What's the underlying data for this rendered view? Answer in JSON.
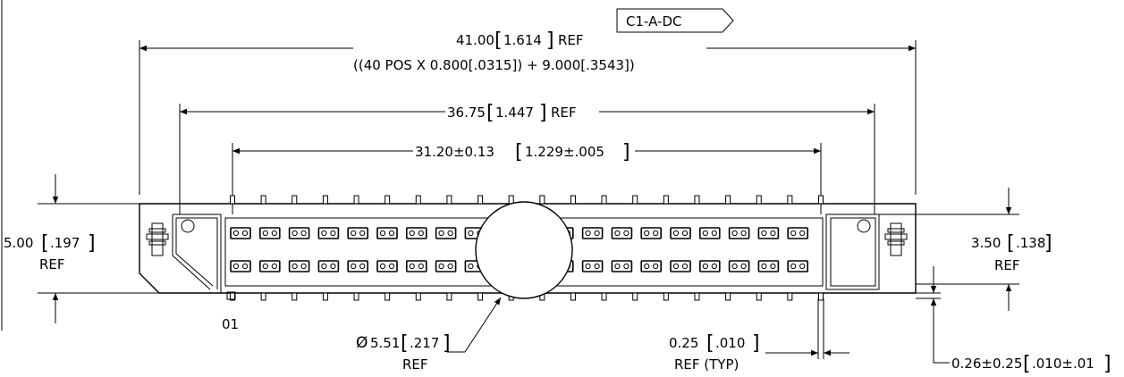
{
  "tag": "C1-A-DC",
  "dimensions": {
    "overall_length": {
      "value": "41.00",
      "alt": "1.614",
      "suffix": "REF"
    },
    "overall_formula": "((40 POS X 0.800[.0315]) + 9.000[.3543])",
    "housing_length": {
      "value": "36.75",
      "alt": "1.447",
      "suffix": "REF"
    },
    "pin_span": {
      "value": "31.20±0.13",
      "alt": "1.229±.005"
    },
    "height_left": {
      "value": "5.00",
      "alt": ".197",
      "suffix": "REF"
    },
    "height_right": {
      "value": "3.50",
      "alt": ".138",
      "suffix": "REF"
    },
    "cap_diameter": {
      "prefix": "Ø",
      "value": "5.51",
      "alt": ".217",
      "suffix": "REF"
    },
    "pin_width": {
      "value": "0.25",
      "alt": ".010",
      "suffix": "REF (TYP)"
    },
    "coplanarity": {
      "value": "0.26±0.25",
      "alt": ".010±.01"
    }
  },
  "pin1_label": "01",
  "connector": {
    "positions": 40,
    "pitch_mm": "0.800"
  }
}
